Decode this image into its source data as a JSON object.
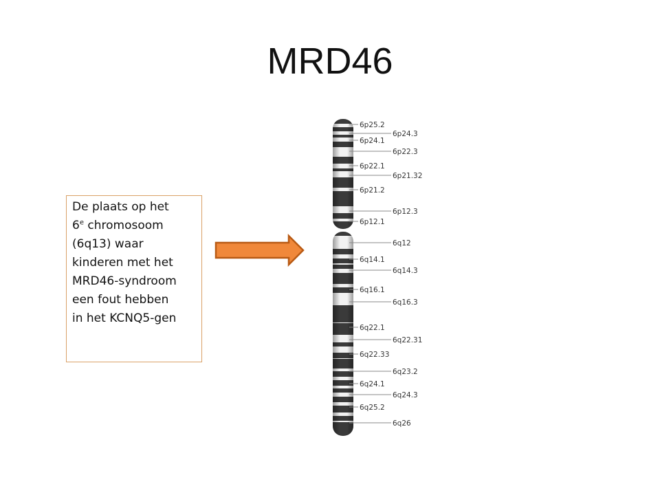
{
  "title": "MRD46",
  "callout": {
    "line1": "De plaats op het",
    "line2_pre": "6",
    "line2_sup": "e",
    "line2_post": " chromosoom",
    "line3": "(6q13) waar",
    "line4": "kinderen met het",
    "line5": "MRD46-syndroom",
    "line6": "een fout hebben",
    "line7": "in het KCNQ5-gen"
  },
  "colors": {
    "arrow_fill": "#f0883a",
    "arrow_stroke": "#b85a14",
    "box_border": "#d9a066",
    "band_dark": "#3a3a3a",
    "band_light": "#f2f2f2"
  },
  "ideogram": {
    "bands_left": [
      "6p25.2",
      "6p24.1",
      "6p22.1",
      "6p21.2",
      "6p12.1",
      "6q14.1",
      "6q16.1",
      "6q22.1",
      "6q22.33",
      "6q24.1",
      "6q25.2"
    ],
    "bands_right": [
      "6p24.3",
      "6p22.3",
      "6p21.32",
      "6p12.3",
      "6q12",
      "6q14.3",
      "6q16.3",
      "6q22.31",
      "6q23.2",
      "6q24.3",
      "6q26"
    ]
  }
}
